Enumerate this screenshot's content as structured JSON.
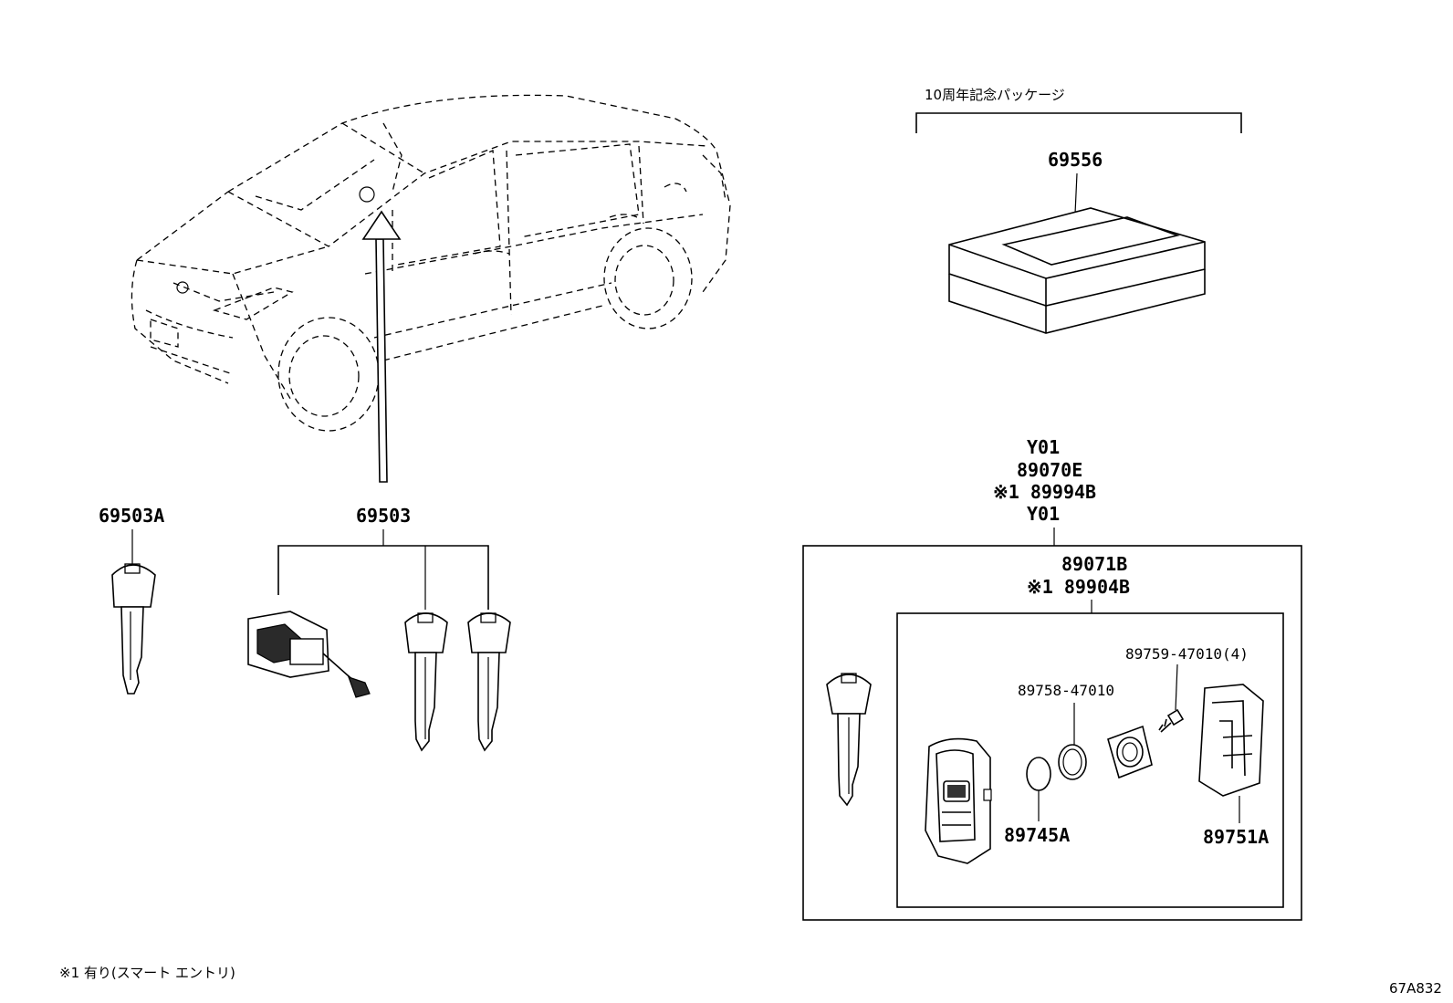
{
  "diagram": {
    "labels": {
      "box_heading": "10周年記念パッケージ",
      "package": "69556",
      "key_blank": "69503A",
      "lock_set": "69503",
      "y01_top": "Y01",
      "smart_key_set": "89070E",
      "smart_key_set_alt": "※1 89994B",
      "y01_bottom": "Y01",
      "transmitter": "89071B",
      "transmitter_alt": "※1 89904B",
      "screw": "89759-47010(4)",
      "o_ring": "89758-47010",
      "battery": "89745A",
      "cover": "89751A"
    },
    "footnote": "※1 有り(スマート エントリ)",
    "figure_code": "67A832"
  }
}
